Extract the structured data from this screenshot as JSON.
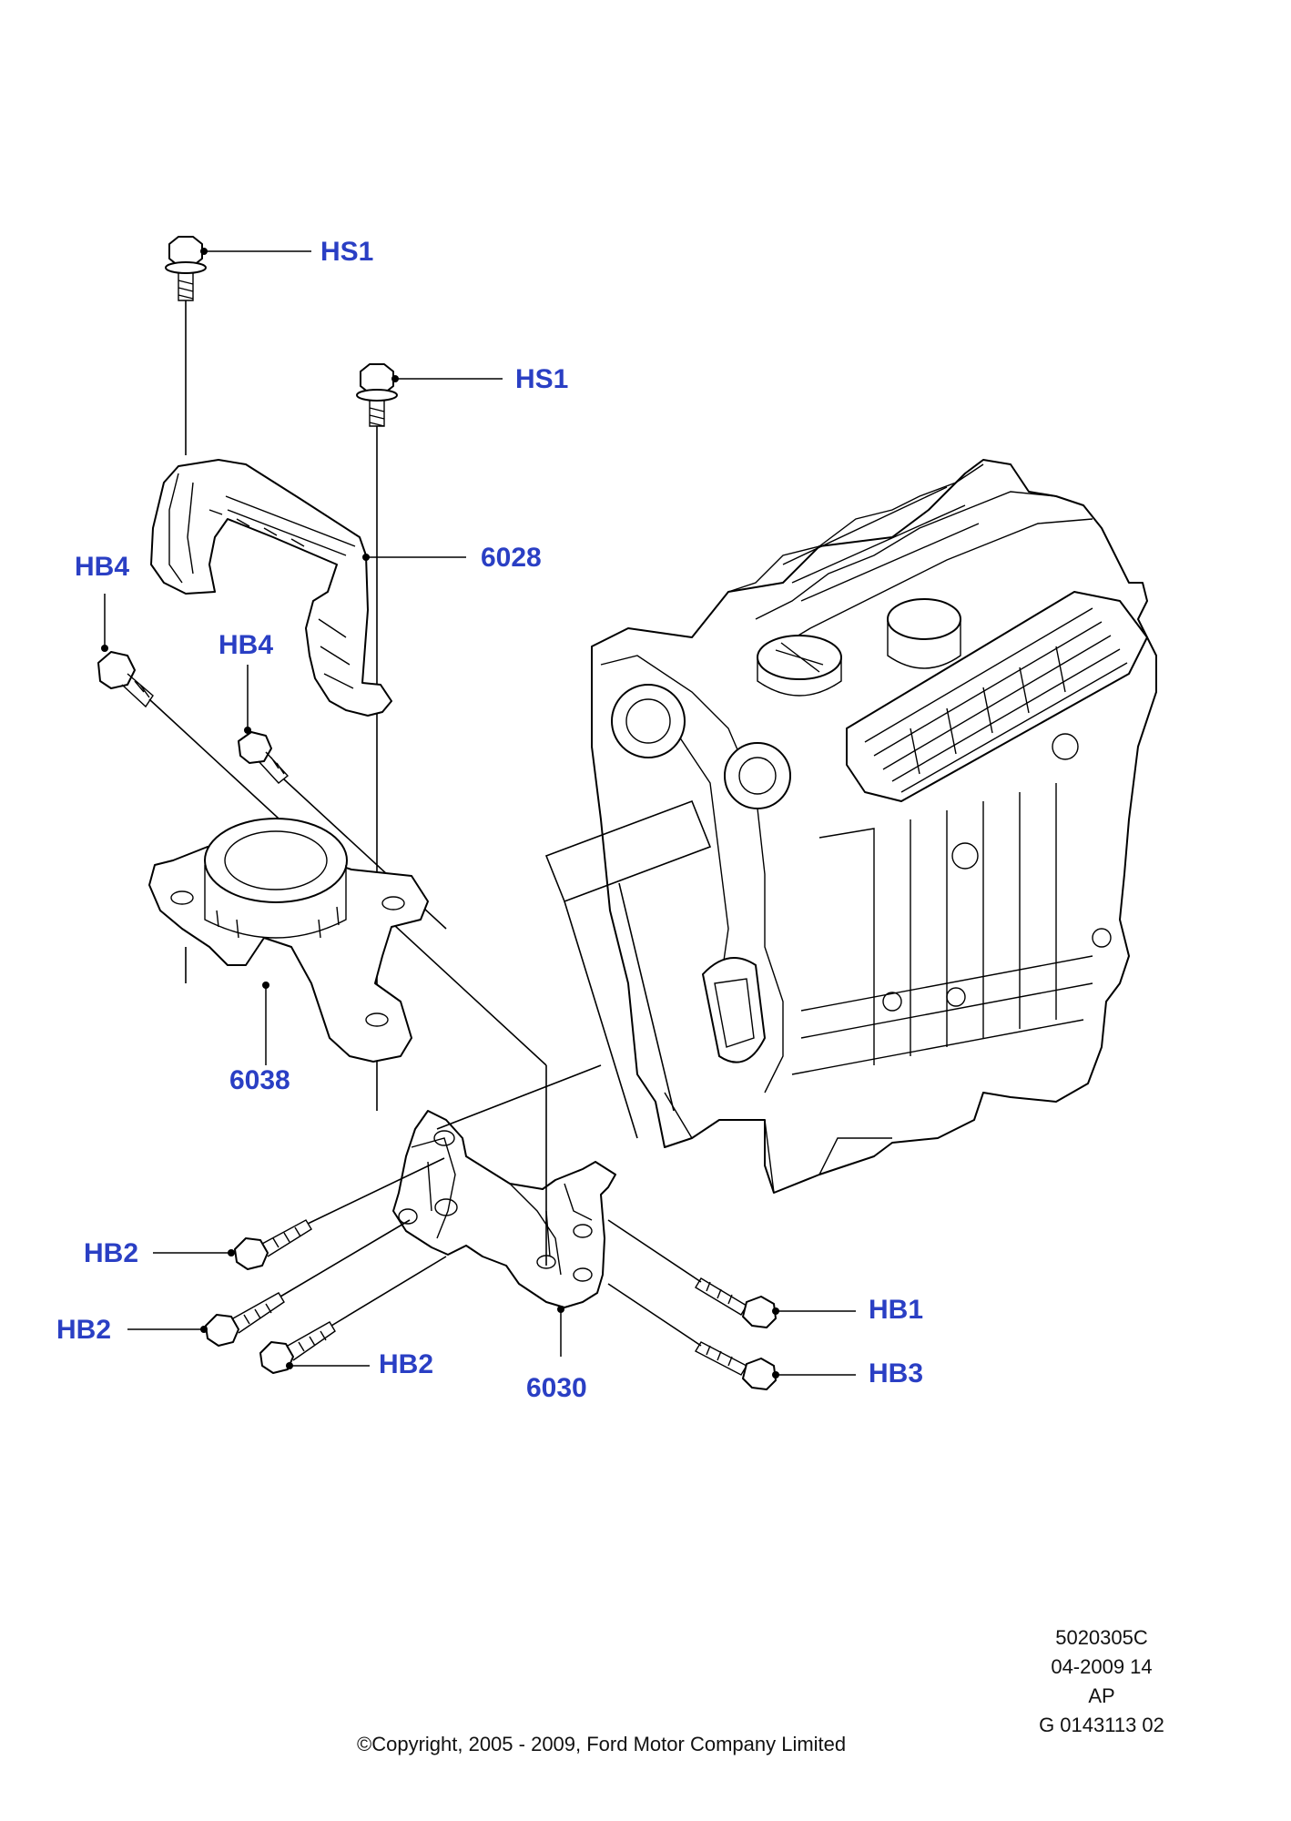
{
  "colors": {
    "callout": "#2a3fc4",
    "linework": "#000000",
    "background": "#ffffff"
  },
  "callouts": {
    "hs1_top": "HS1",
    "hs1_second": "HS1",
    "p6028": "6028",
    "hb4_left": "HB4",
    "hb4_right": "HB4",
    "p6038": "6038",
    "hb2_a": "HB2",
    "hb2_b": "HB2",
    "hb2_c": "HB2",
    "hb1": "HB1",
    "hb3": "HB3",
    "p6030": "6030"
  },
  "footer": {
    "code": "5020305C",
    "date": "04-2009 14",
    "region": "AP",
    "illustration": "G 0143113 02",
    "copyright": "©Copyright, 2005 - 2009, Ford Motor Company Limited"
  }
}
